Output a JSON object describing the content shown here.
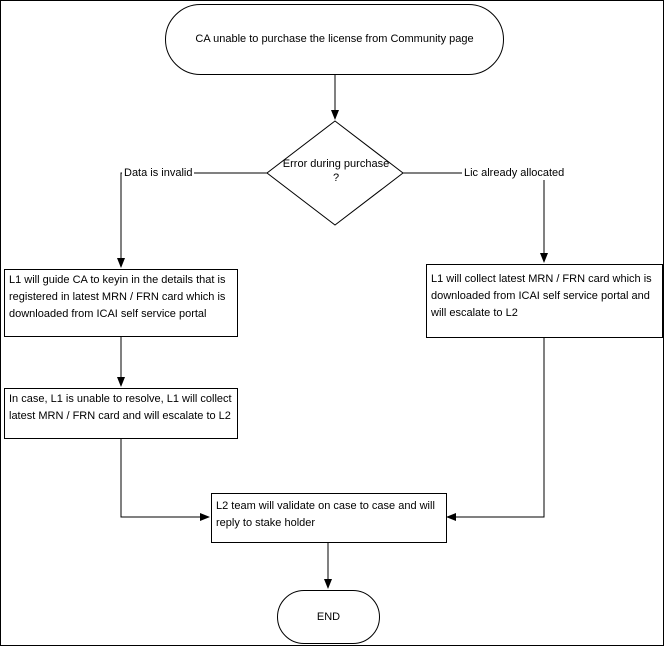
{
  "flowchart": {
    "start_label": "CA unable to purchase the license from Community page",
    "decision_label": "Error during purchase",
    "decision_suffix": "?",
    "branch_left_label": "Data is invalid",
    "branch_right_label": "Lic already allocated",
    "left_step1_text": "L1 will guide CA to keyin in the details that is registered in latest MRN / FRN  card which is downloaded from ICAI self service portal",
    "left_step2_text": "In case, L1 is unable to resolve, L1 will collect latest MRN / FRN  card and  will escalate to L2",
    "right_step_text": "L1 will collect latest MRN / FRN  card which is downloaded from ICAI self service portal and  will escalate to L2",
    "merge_step_text": "L2 team will validate on case to case and will reply to stake holder",
    "end_label": "END"
  },
  "colors": {
    "line": "#000000",
    "background": "#ffffff",
    "border": "#000000"
  }
}
